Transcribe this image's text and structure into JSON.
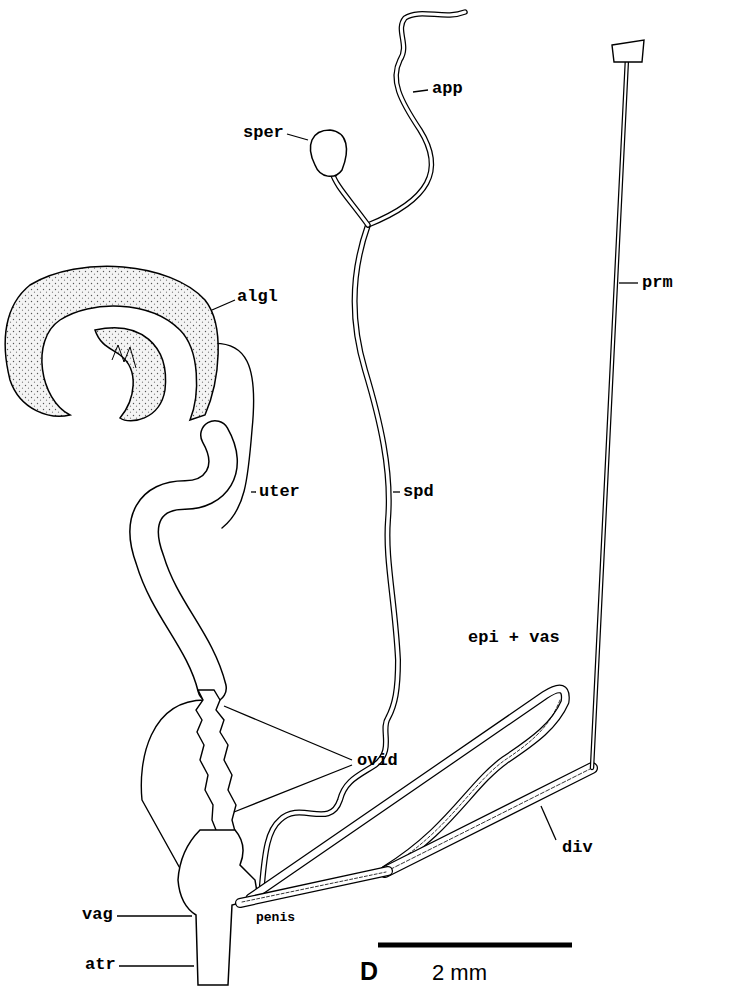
{
  "diagram": {
    "labels": [
      "app",
      "sper",
      "algl",
      "prm",
      "uter",
      "spd",
      "epi + vas",
      "ovid",
      "div",
      "vag",
      "penis",
      "atr",
      "D",
      "2 mm"
    ]
  }
}
